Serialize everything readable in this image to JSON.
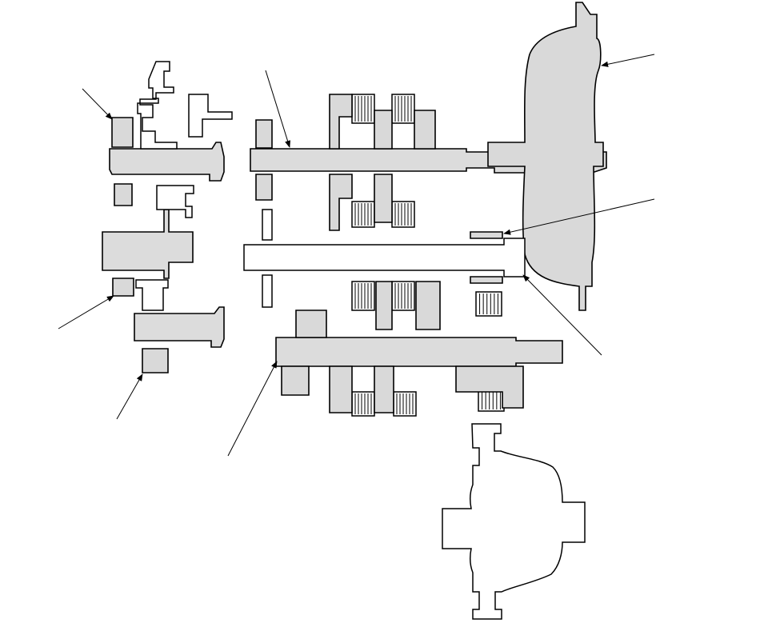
{
  "diagram": {
    "kind": "transmission-cross-section",
    "colors": {
      "fill": "#d9d9d9",
      "stroke": "#000000",
      "background": "#ffffff"
    },
    "callouts": [
      {
        "id": "callout-1",
        "label": ""
      },
      {
        "id": "callout-2",
        "label": ""
      },
      {
        "id": "callout-3",
        "label": ""
      },
      {
        "id": "callout-4",
        "label": ""
      },
      {
        "id": "callout-5",
        "label": ""
      },
      {
        "id": "callout-6",
        "label": ""
      },
      {
        "id": "callout-7",
        "label": ""
      },
      {
        "id": "callout-8",
        "label": ""
      }
    ]
  }
}
